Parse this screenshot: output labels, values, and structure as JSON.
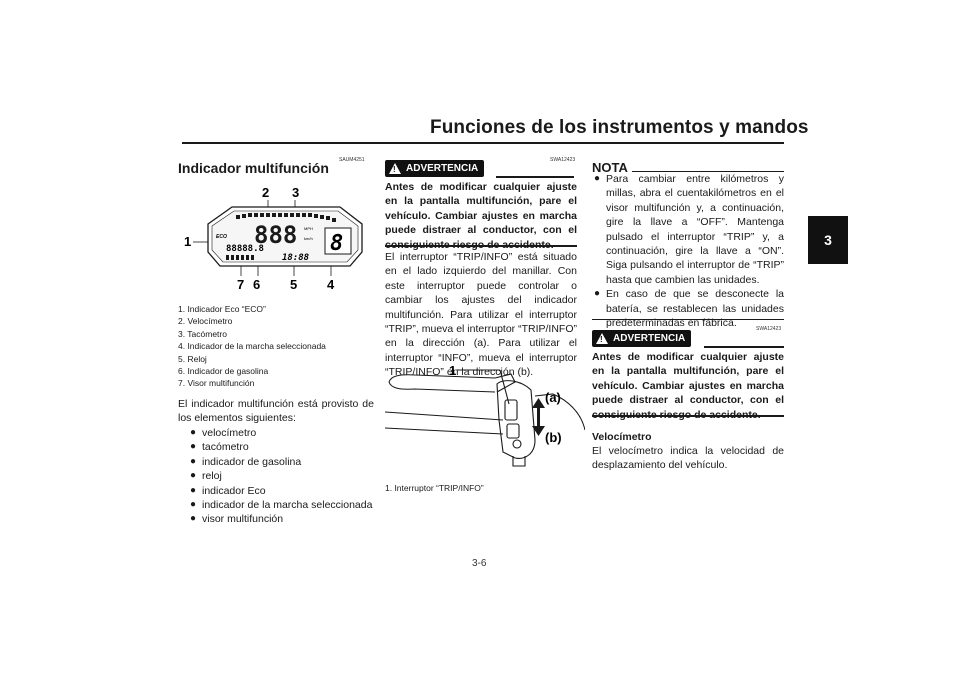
{
  "header": {
    "title": "Funciones de los instrumentos y mandos",
    "chapter_tab": "3"
  },
  "col1": {
    "code": "SAUM4251",
    "heading": "Indicador multifunción",
    "figure_labels": [
      "2",
      "3",
      "1",
      "7",
      "6",
      "5",
      "4"
    ],
    "display": {
      "main_digits": "888",
      "gear": "8",
      "clock": "18:88",
      "small_digits": "88888.8",
      "eco": "ECO",
      "unit_kmh": "km/h",
      "unit_mph": "MPH"
    },
    "legend": [
      "1. Indicador Eco “ECO”",
      "2. Velocímetro",
      "3. Tacómetro",
      "4. Indicador de la marcha seleccionada",
      "5. Reloj",
      "6. Indicador de gasolina",
      "7. Visor multifunción"
    ],
    "intro": "El indicador multifunción está provisto de los elementos siguientes:",
    "bullets": [
      "velocímetro",
      "tacómetro",
      "indicador de gasolina",
      "reloj",
      "indicador Eco",
      "indicador de la marcha seleccionada",
      "visor multifunción"
    ]
  },
  "col2": {
    "code": "SWA12423",
    "warning_label": "ADVERTENCIA",
    "warning_text": "Antes de modificar cualquier ajuste en la pantalla multifunción, pare el vehículo. Cambiar ajustes en marcha puede distraer al conductor, con el consiguiente riesgo de accidente.",
    "paragraph": "El interruptor “TRIP/INFO” está situado en el lado izquierdo del manillar. Con este interruptor puede controlar o cambiar los ajustes del indicador multifunción. Para utilizar el interruptor “TRIP”, mueva el interruptor “TRIP/INFO” en la dirección (a). Para utilizar el interruptor “INFO”, mueva el interruptor “TRIP/INFO” en la dirección (b).",
    "figure_labels": {
      "one": "1",
      "a": "(a)",
      "b": "(b)"
    },
    "caption": "1. Interruptor “TRIP/INFO”"
  },
  "col3": {
    "note_title": "NOTA",
    "note_bullets": [
      "Para cambiar entre kilómetros y millas, abra el cuentakilómetros en el visor multifunción y, a continuación, gire la llave a “OFF”. Mantenga pulsado el interruptor “TRIP” y, a continuación, gire la llave a “ON”. Siga pulsando el interruptor de “TRIP” hasta que cambien las unidades.",
      "En caso de que se desconecte la batería, se restablecen las unidades predeterminadas en fábrica."
    ],
    "code": "SWA12423",
    "warning_label": "ADVERTENCIA",
    "warning_text": "Antes de modificar cualquier ajuste en la pantalla multifunción, pare el vehículo. Cambiar ajustes en marcha puede distraer al conductor, con el consiguiente riesgo de accidente.",
    "sub_heading": "Velocímetro",
    "sub_text": "El velocímetro indica la velocidad de desplazamiento del vehículo."
  },
  "footer": {
    "page_number": "3-6"
  },
  "colors": {
    "ink": "#1a1a1a",
    "tab_bg": "#111111"
  }
}
